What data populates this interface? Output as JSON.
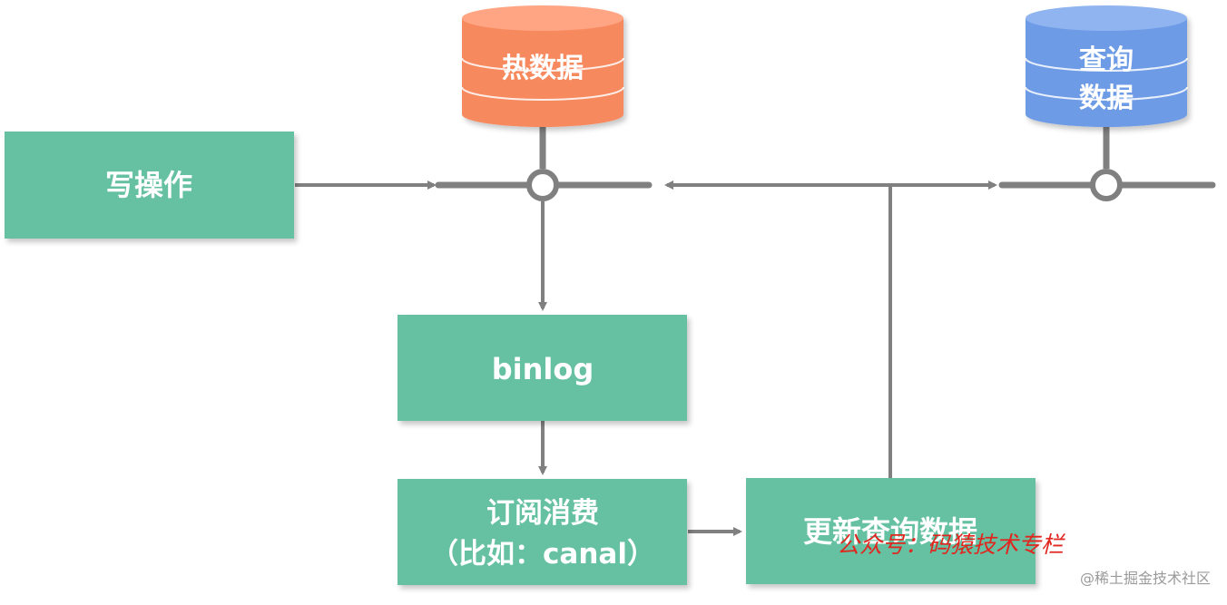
{
  "nodes": {
    "write_op": {
      "label": "写操作"
    },
    "binlog": {
      "label": "binlog"
    },
    "subscribe": {
      "line1": "订阅消费",
      "line2": "（比如：canal）"
    },
    "update_query": {
      "label": "更新查询数据"
    }
  },
  "databases": {
    "hot": {
      "label": "热数据",
      "color": "#f7895f"
    },
    "query": {
      "line1": "查询",
      "line2": "数据",
      "color": "#6d9be6"
    }
  },
  "colors": {
    "box_fill": "#65c1a2",
    "connector": "#808080"
  },
  "overlay": {
    "watermark": "公众号：码猿技术专栏",
    "credit": "@稀土掘金技术社区"
  }
}
